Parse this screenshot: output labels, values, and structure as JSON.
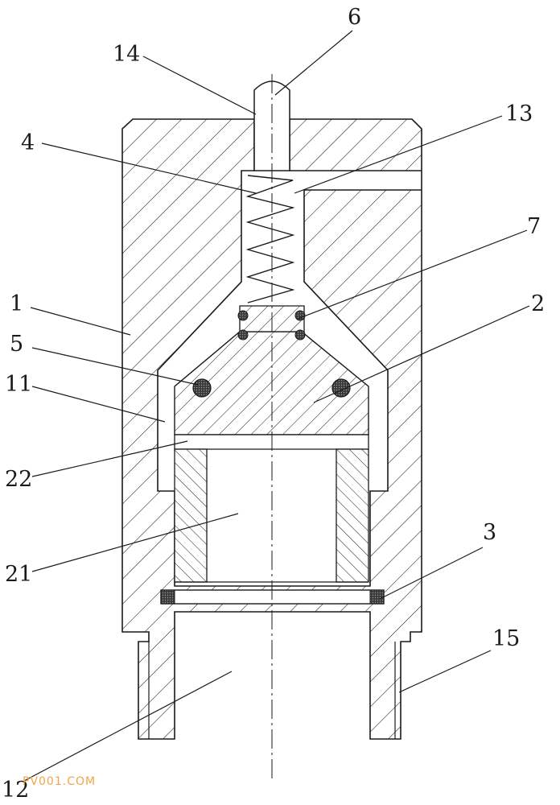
{
  "labels": {
    "l1": "1",
    "l2": "2",
    "l3": "3",
    "l4": "4",
    "l5": "5",
    "l6": "6",
    "l7": "7",
    "l11": "11",
    "l12": "12",
    "l13": "13",
    "l14": "14",
    "l15": "15",
    "l21": "21",
    "l22": "22"
  },
  "watermark": "PV001.COM",
  "colors": {
    "line": "#1a1a1a",
    "background": "#ffffff",
    "watermark": "#f0a54a"
  }
}
